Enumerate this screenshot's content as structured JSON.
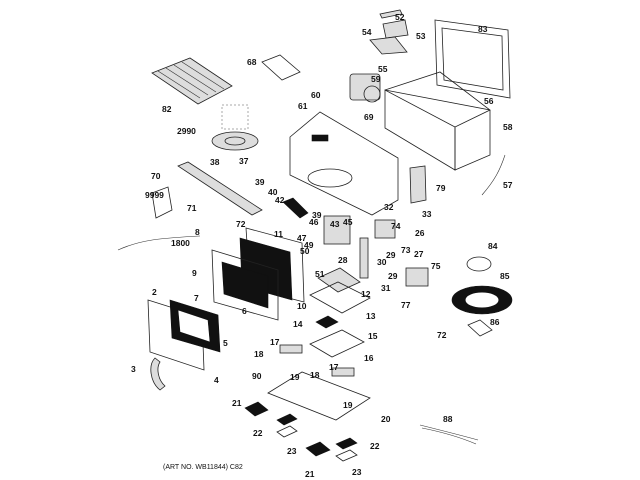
{
  "diagram": {
    "type": "exploded parts diagram",
    "part_labels": [
      "52",
      "54",
      "53",
      "83",
      "68",
      "55",
      "59",
      "60",
      "61",
      "56",
      "82",
      "69",
      "58",
      "2990",
      "38",
      "37",
      "70",
      "57",
      "39",
      "40",
      "42",
      "79",
      "9999",
      "71",
      "39",
      "32",
      "33",
      "46",
      "43",
      "45",
      "74",
      "72",
      "8",
      "26",
      "1800",
      "11",
      "47",
      "49",
      "73",
      "84",
      "27",
      "29",
      "50",
      "28",
      "30",
      "75",
      "9",
      "51",
      "29",
      "85",
      "31",
      "12",
      "2",
      "7",
      "10",
      "13",
      "77",
      "6",
      "14",
      "15",
      "5",
      "72",
      "86",
      "17",
      "16",
      "18",
      "3",
      "90",
      "4",
      "19",
      "17",
      "18",
      "19",
      "20",
      "21",
      "88",
      "22",
      "22",
      "23",
      "21",
      "23"
    ],
    "art_number": "(ART NO. WB11844) C82"
  }
}
